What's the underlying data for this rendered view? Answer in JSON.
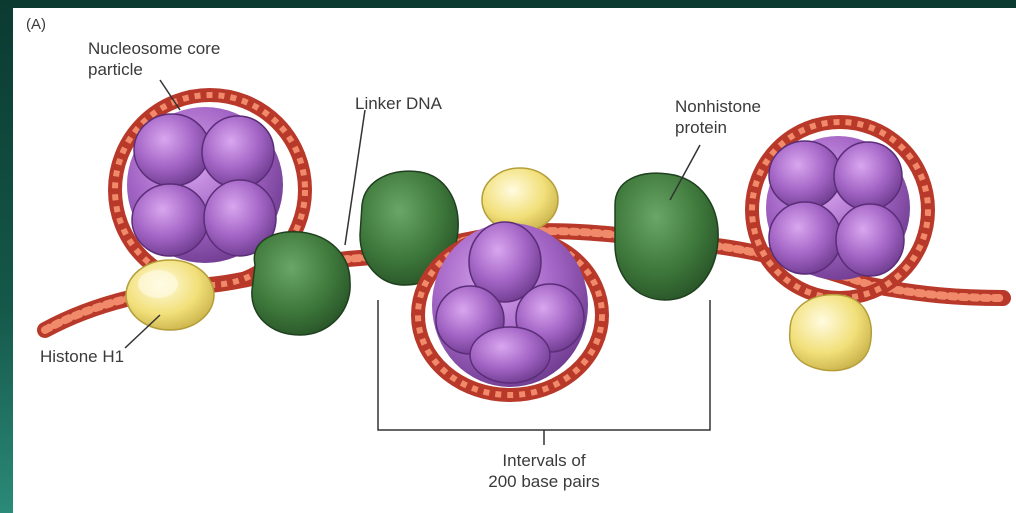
{
  "diagram": {
    "panel_label": "(A)",
    "labels": {
      "nucleosome_line1": "Nucleosome core",
      "nucleosome_line2": "particle",
      "linker": "Linker DNA",
      "nonhistone_line1": "Nonhistone",
      "nonhistone_line2": "protein",
      "histone": "Histone H1",
      "interval_line1": "Intervals of",
      "interval_line2": "200 base pairs"
    },
    "colors": {
      "dna": "#e2573f",
      "histone_core": "#a466c6",
      "histone_h1": "#f2e07a",
      "nonhistone": "#3f7a3c",
      "frame": "#0f4a3c"
    }
  }
}
